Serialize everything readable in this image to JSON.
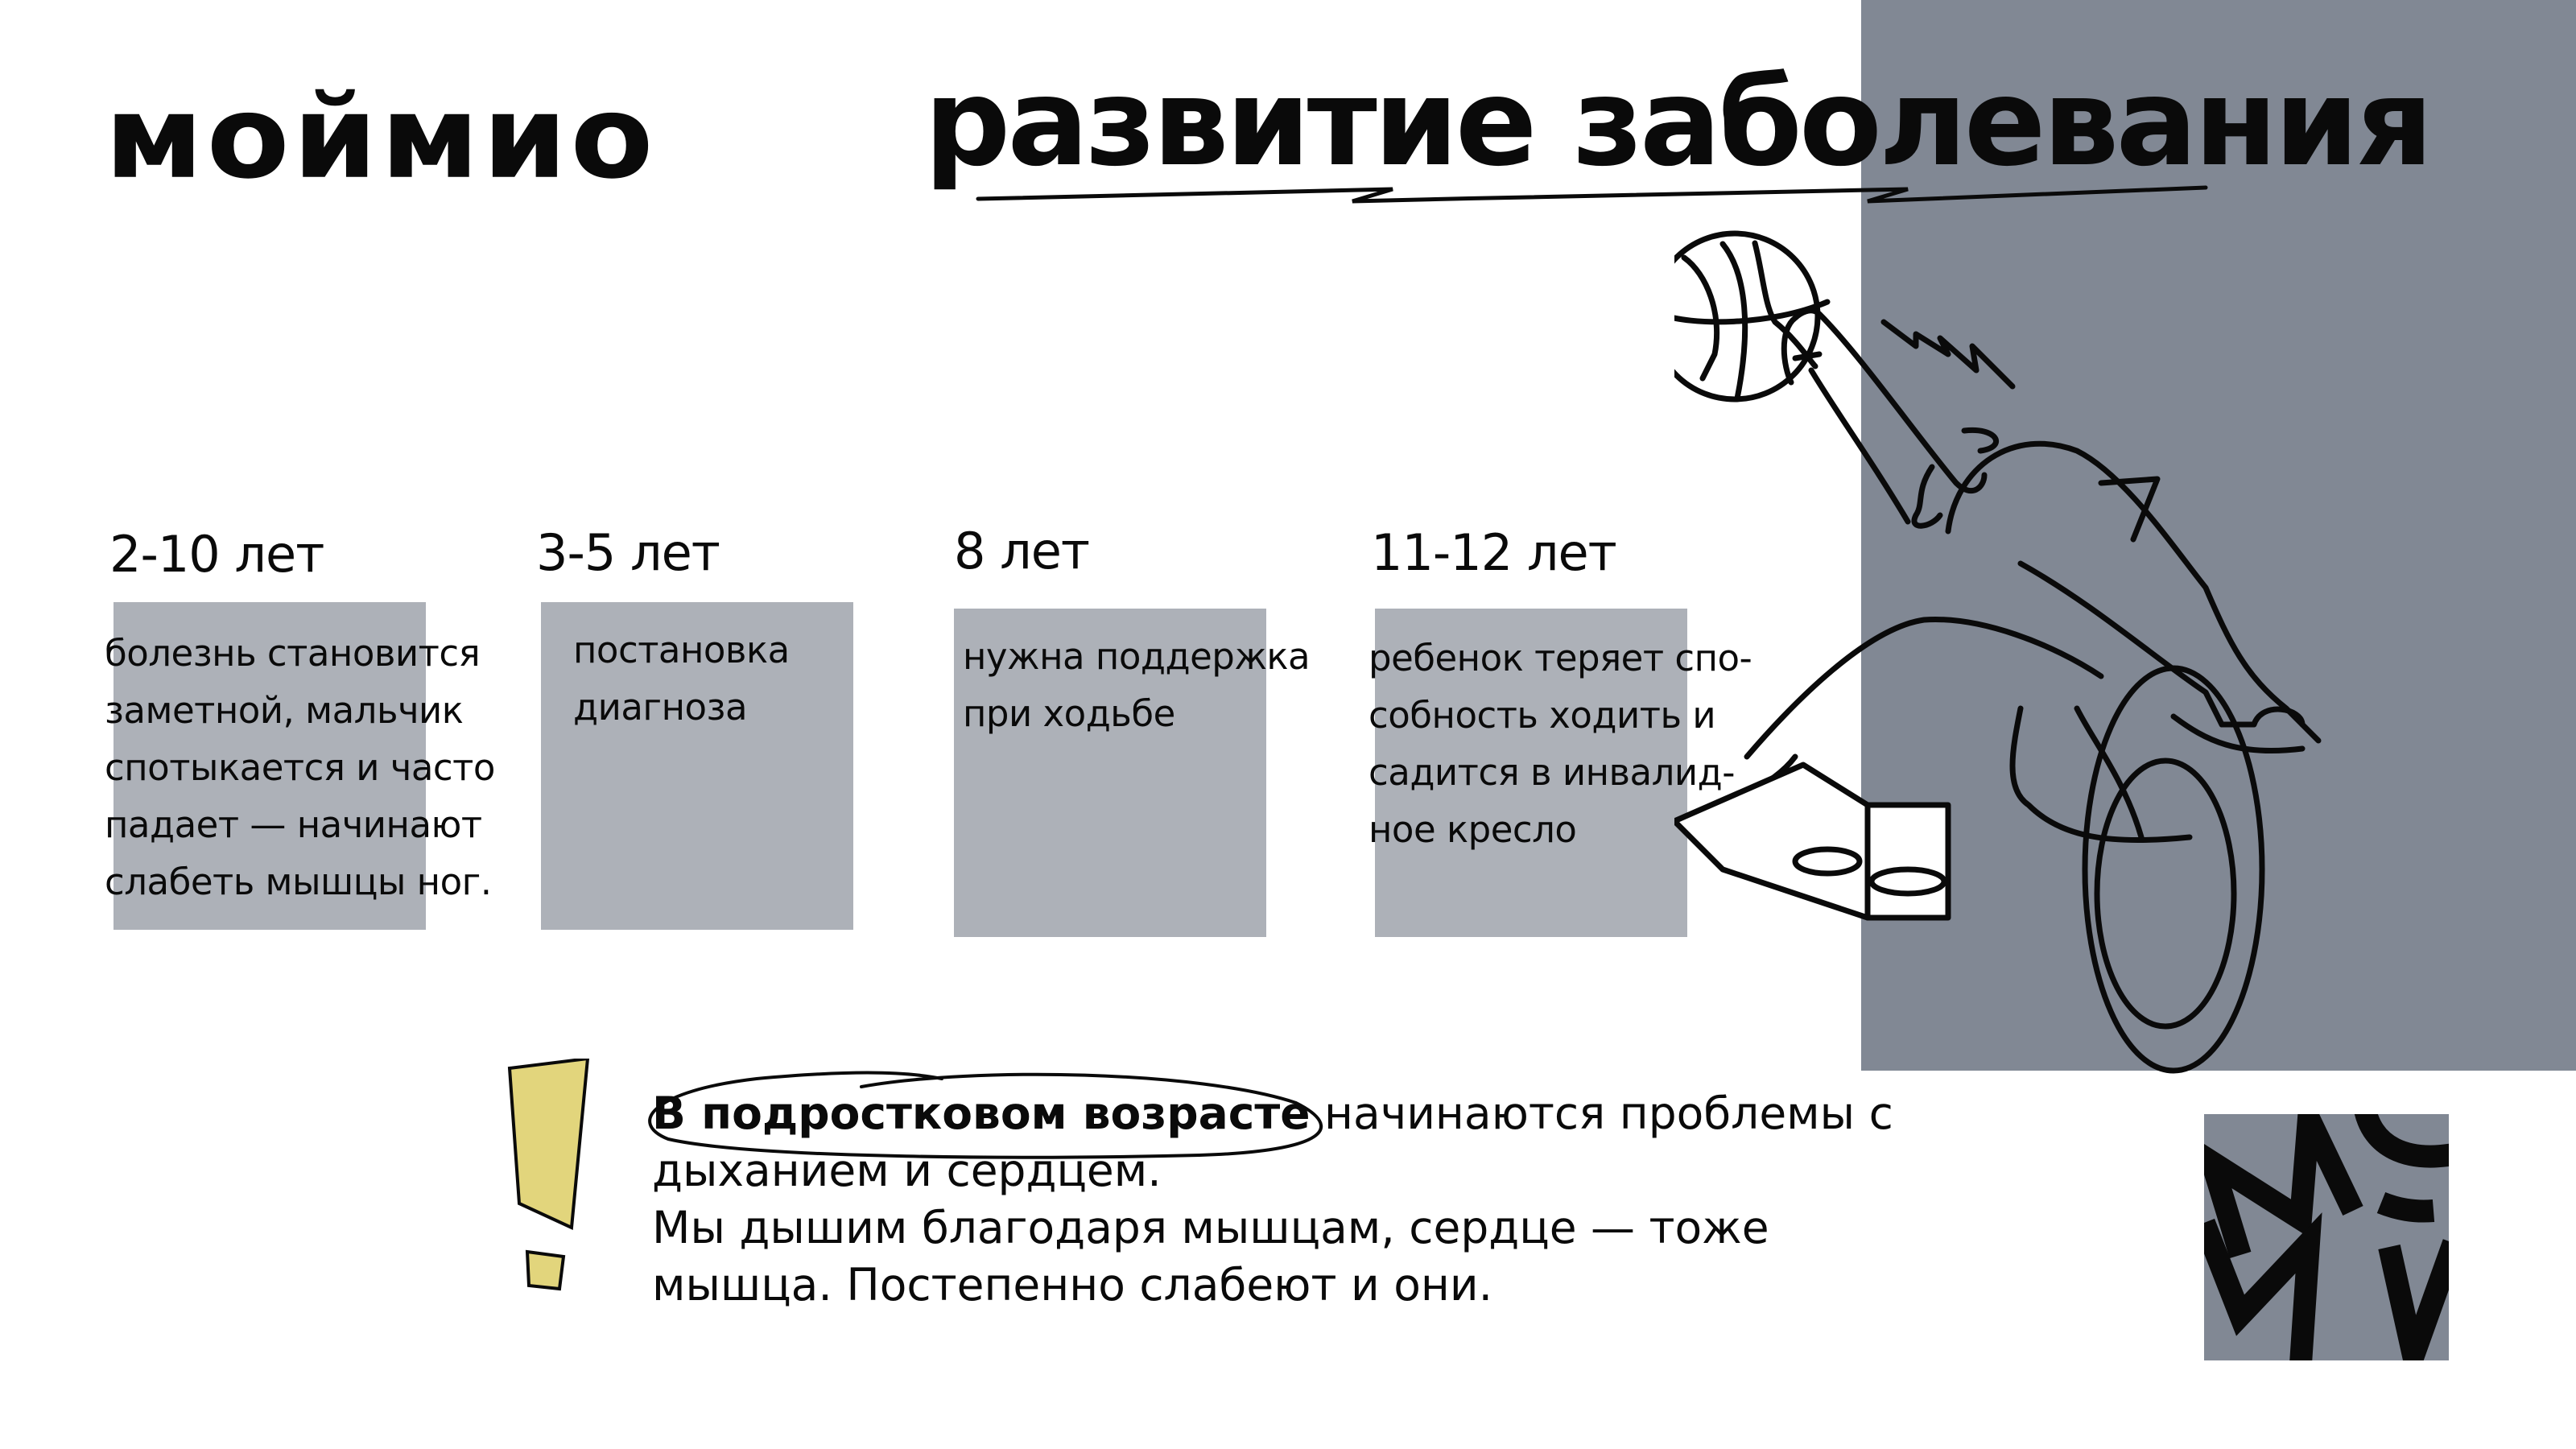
{
  "brand": {
    "logo_text": "моймио"
  },
  "header": {
    "title": "развитие заболевания"
  },
  "colors": {
    "panel_gray": "#818894",
    "box_gray": "#adb1b8",
    "exclaim_yellow": "#e2d57c",
    "text": "#0a0a0a"
  },
  "timeline": [
    {
      "age": "2-10 лет",
      "description": "болезнь становится\nзаметной, мальчик\nспотыкается и часто\nпадает — начинают\nслабеть мышцы ног."
    },
    {
      "age": "3-5 лет",
      "description": "постановка\nдиагноза"
    },
    {
      "age": "8 лет",
      "description": "нужна поддержка\nпри ходьбе"
    },
    {
      "age": "11-12 лет",
      "description": "ребенок теряет спо-\nсобность ходить и\nсадится в инвалид-\nное кресло"
    }
  ],
  "note": {
    "highlight": "В подростковом возрасте",
    "line1_rest": " начинаются проблемы с",
    "line2": "дыханием и сердцем.",
    "line3": "Мы дышим благодаря мышцам, сердце — тоже",
    "line4": "мышца. Постепенно слабеют и они."
  },
  "icons": {
    "exclamation": "exclamation-icon",
    "illustration": "wheelchair-basketball-illustration",
    "corner_logo": "mymio-monogram"
  }
}
